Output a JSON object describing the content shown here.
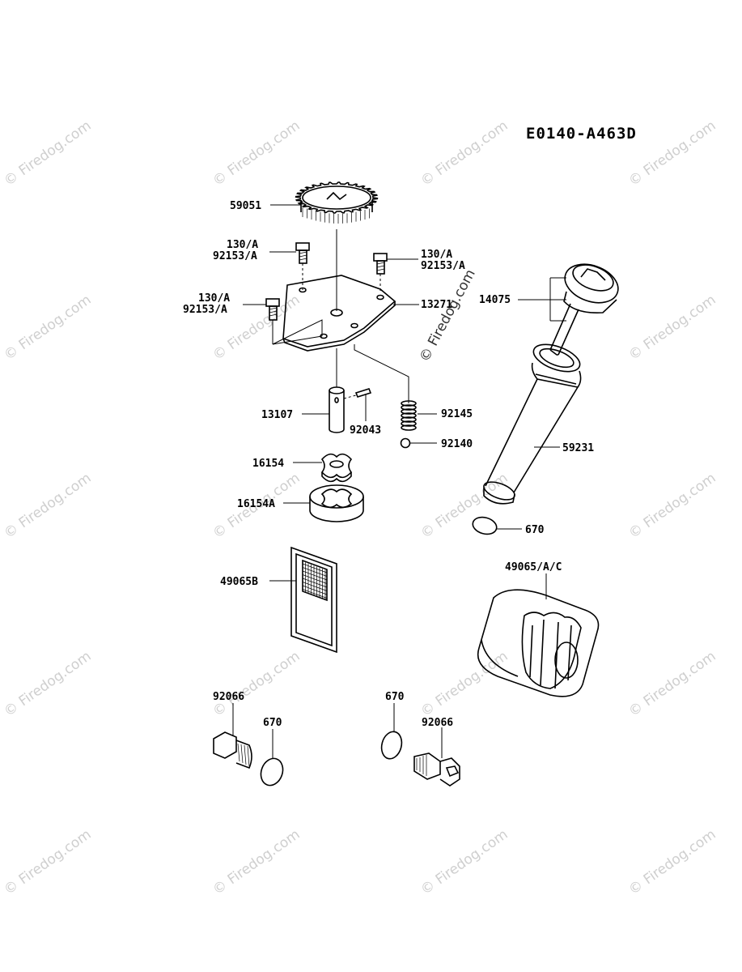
{
  "diagram": {
    "code": "E0140-A463D",
    "watermark": "© Firedog.com",
    "labels": {
      "gear": "59051",
      "bolt_top_left_a": "130/A",
      "bolt_top_left_b": "92153/A",
      "bolt_top_right_a": "130/A",
      "bolt_top_right_b": "92153/A",
      "bolt_mid_left_a": "130/A",
      "bolt_mid_left_b": "92153/A",
      "plate": "13271",
      "dipstick": "14075",
      "shaft": "13107",
      "pin": "92043",
      "spring": "92145",
      "ball": "92140",
      "tube": "59231",
      "inner_rotor": "16154",
      "outer_rotor": "16154A",
      "tube_oring": "670",
      "strainer": "49065B",
      "filter": "49065/A/C",
      "plug_left": "92066",
      "oring_left": "670",
      "oring_right": "670",
      "plug_right": "92066"
    }
  }
}
